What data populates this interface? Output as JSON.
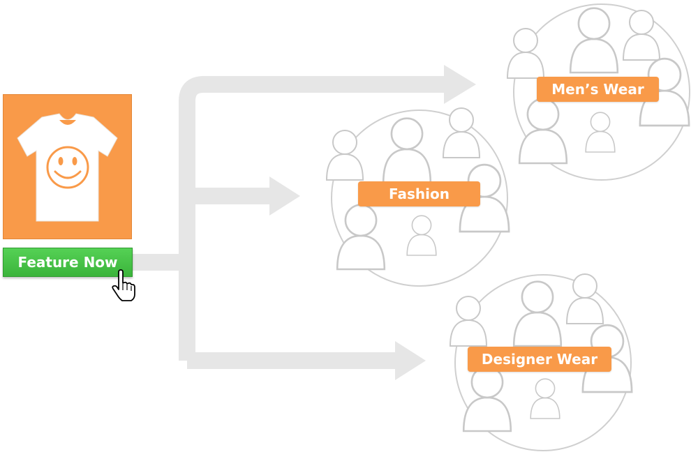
{
  "product": {
    "icon": "t-shirt-smiley",
    "background_color": "#f99a49"
  },
  "feature_button": {
    "label": "Feature Now",
    "color": "#44c244"
  },
  "cursor": {
    "icon": "hand-pointer"
  },
  "audiences": [
    {
      "label": "Men’s Wear"
    },
    {
      "label": "Fashion"
    },
    {
      "label": "Designer Wear"
    }
  ],
  "colors": {
    "accent": "#f99a49",
    "arrow": "#e6e6e6",
    "people_outline": "#c8c8c8"
  }
}
